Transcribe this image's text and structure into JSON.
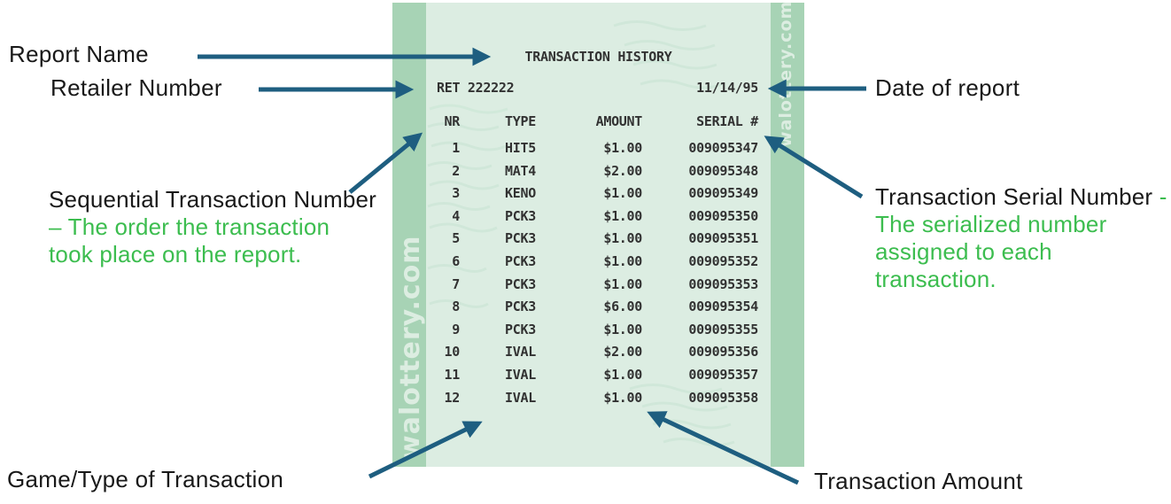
{
  "annotations": {
    "report_name": "Report Name",
    "retailer_number": "Retailer Number",
    "date_of_report": "Date of report",
    "sequential": {
      "title": "Sequential Transaction Number",
      "separator": "–",
      "description": "The order the transaction took place on the report."
    },
    "serial": {
      "title": "Transaction Serial Number",
      "separator": "-",
      "description": "The serialized number assigned to each transaction."
    },
    "game_type": "Game/Type of Transaction",
    "transaction_amount": "Transaction Amount"
  },
  "receipt": {
    "title": "TRANSACTION HISTORY",
    "retailer": "RET 222222",
    "date": "11/14/95",
    "watermark": "walottery.com",
    "columns": [
      "NR",
      "TYPE",
      "AMOUNT",
      "SERIAL #"
    ],
    "rows": [
      [
        "1",
        "HIT5",
        "$1.00",
        "009095347"
      ],
      [
        "2",
        "MAT4",
        "$2.00",
        "009095348"
      ],
      [
        "3",
        "KENO",
        "$1.00",
        "009095349"
      ],
      [
        "4",
        "PCK3",
        "$1.00",
        "009095350"
      ],
      [
        "5",
        "PCK3",
        "$1.00",
        "009095351"
      ],
      [
        "6",
        "PCK3",
        "$1.00",
        "009095352"
      ],
      [
        "7",
        "PCK3",
        "$1.00",
        "009095353"
      ],
      [
        "8",
        "PCK3",
        "$6.00",
        "009095354"
      ],
      [
        "9",
        "PCK3",
        "$1.00",
        "009095355"
      ],
      [
        "10",
        "IVAL",
        "$2.00",
        "009095356"
      ],
      [
        "11",
        "IVAL",
        "$1.00",
        "009095357"
      ],
      [
        "12",
        "IVAL",
        "$1.00",
        "009095358"
      ]
    ]
  },
  "colors": {
    "arrow": "#1e5e80",
    "annotation_green": "#3cbd4f",
    "receipt_body": "#dcede2",
    "receipt_band": "#a7d3b5"
  }
}
